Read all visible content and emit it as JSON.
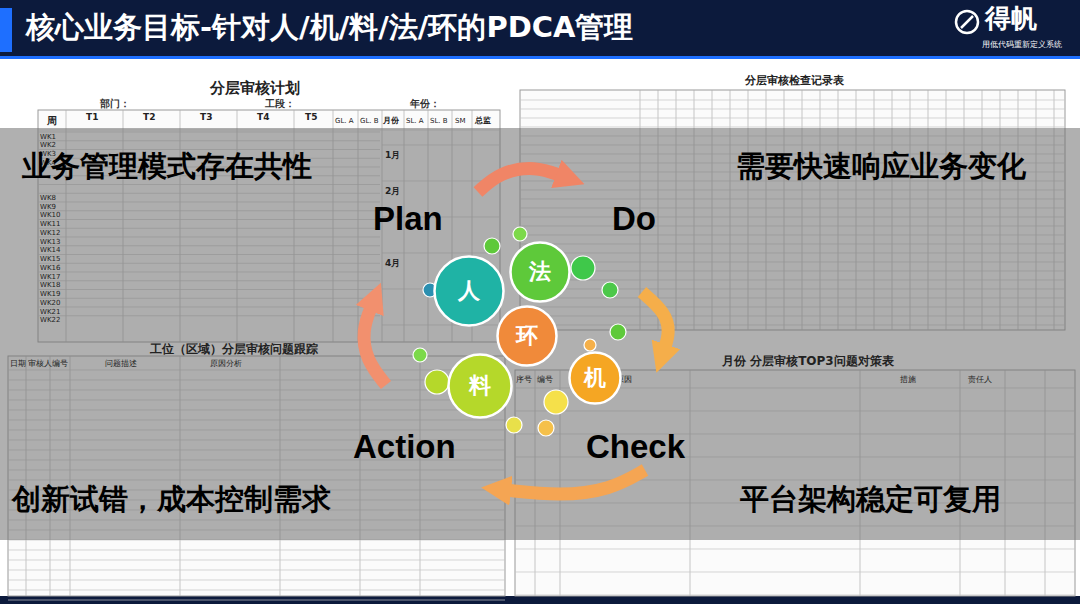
{
  "diagram": {
    "title": "核心业务目标-针对人/机/料/法/环的PDCA管理",
    "nodes": [
      {
        "text": [
          "人"
        ]
      },
      {
        "text": [
          "法"
        ]
      },
      {
        "text": [
          "环"
        ]
      },
      {
        "text": [
          "料"
        ]
      },
      {
        "text": [
          "机"
        ]
      }
    ],
    "labels": [
      "得帆",
      "用低代码重新定义系统",
      "分层审核计划",
      "部门：",
      "工段：",
      "年份：",
      "周",
      "T1",
      "T2",
      "T3",
      "T4",
      "T5",
      "GL. A",
      "GL. B",
      "月份",
      "SL. A",
      "SL. B",
      "SM",
      "总监",
      "WK1",
      "WK2",
      "WK3",
      "WK4",
      "WK8",
      "WK9",
      "WK10",
      "WK11",
      "WK12",
      "WK13",
      "WK14",
      "WK15",
      "WK16",
      "WK17",
      "WK18",
      "WK19",
      "WK20",
      "WK21",
      "WK22",
      "1月",
      "2月",
      "4月",
      "分层审核检查记录表",
      "工位（区域）分层审核问题跟踪",
      "日期",
      "审核人",
      "编号",
      "问题描述",
      "原因分析",
      "月份 分层审核TOP3问题对策表",
      "序号",
      "编号",
      "根本原因",
      "措施",
      "责任人",
      "业务管理模式存在共性",
      "需要快速响应业务变化",
      "创新试错，成本控制需求",
      "平台架构稳定可复用",
      "Plan",
      "Do",
      "Check",
      "Action"
    ]
  }
}
